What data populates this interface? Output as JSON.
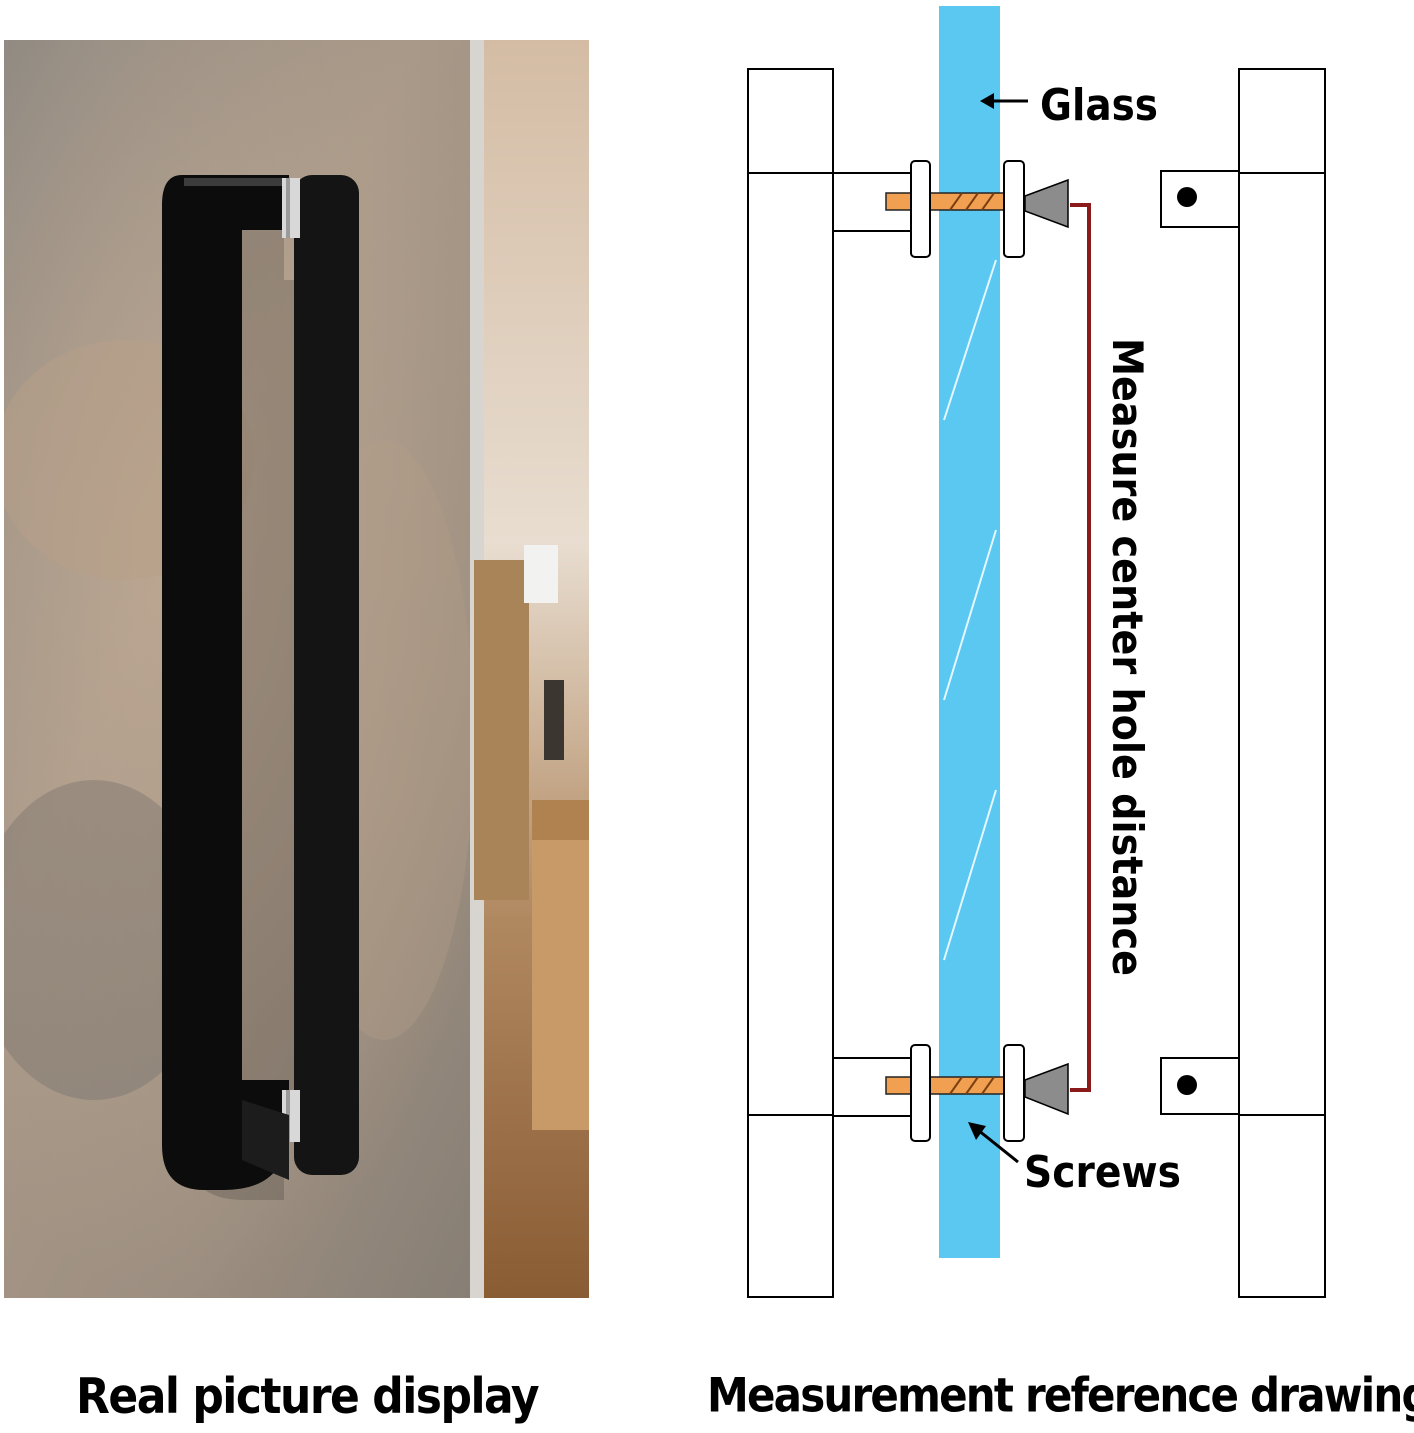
{
  "photo": {
    "icon": "door-handle-photo"
  },
  "drawing": {
    "label_glass": "Glass",
    "label_measure": "Measure center hole distance",
    "label_screws": "Screws",
    "colors": {
      "glass": "#5ac8f0",
      "screw": "#f0a050",
      "measure_line": "#8b1a1a",
      "cone": "#8c8c8c"
    }
  },
  "captions": {
    "left": "Real picture display",
    "right": "Measurement reference drawing"
  }
}
